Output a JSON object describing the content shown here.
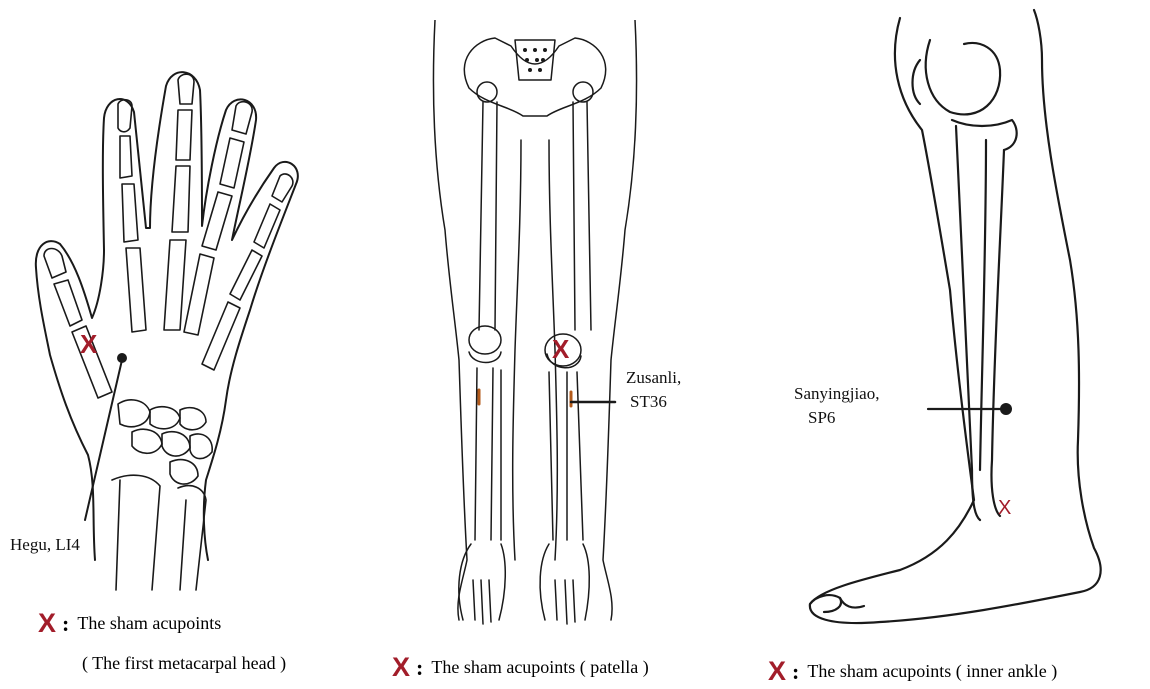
{
  "colors": {
    "mark": "#a21d2a",
    "line": "#1a1a1a"
  },
  "panels": {
    "hand": {
      "point_label": "Hegu, LI4",
      "sham_symbol": "X",
      "legend_symbol": "X",
      "legend_separator": ":",
      "legend_text": "The sham acupoints",
      "legend_sub": "( The first metacarpal head )"
    },
    "legs": {
      "point_label_line1": "Zusanli,",
      "point_label_line2": "ST36",
      "sham_symbol": "X",
      "legend_symbol": "X",
      "legend_separator": ":",
      "legend_text": "The sham acupoints ( patella )"
    },
    "calf": {
      "point_label_line1": "Sanyingjiao,",
      "point_label_line2": "SP6",
      "sham_symbol": "X",
      "legend_symbol": "X",
      "legend_separator": ":",
      "legend_text": "The sham acupoints ( inner ankle )"
    }
  }
}
